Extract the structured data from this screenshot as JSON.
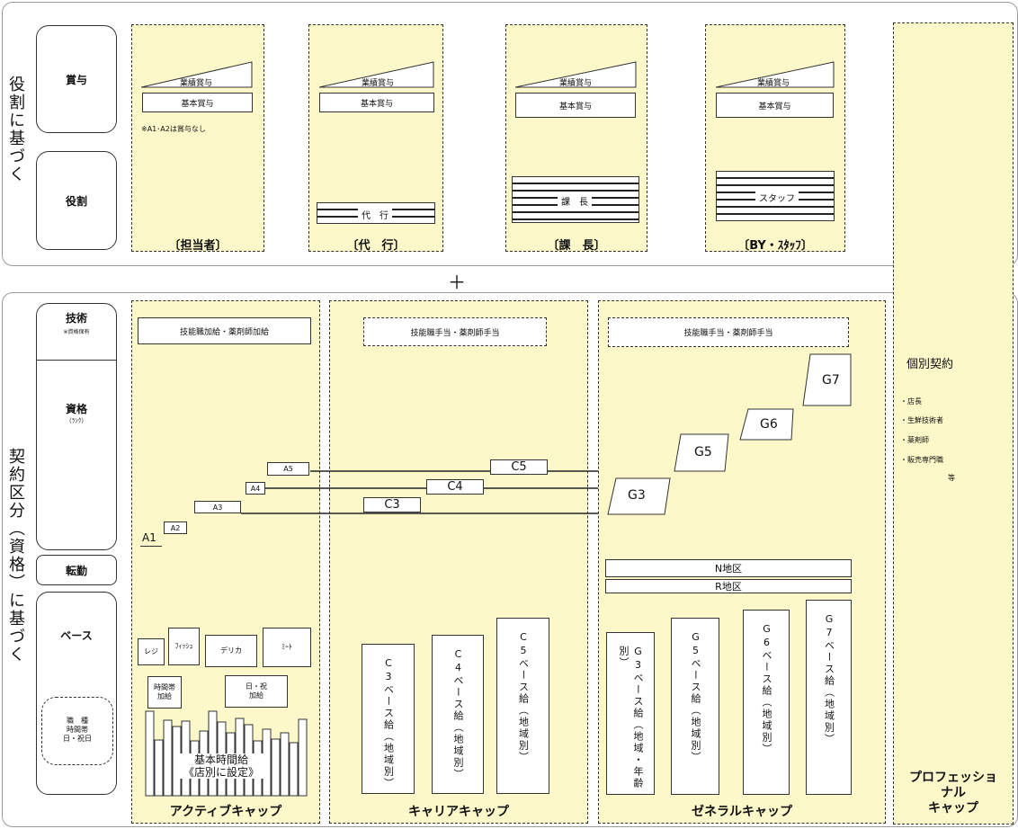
{
  "top_section": {
    "side_label": "役割に基づく",
    "row_bonus": "賞与",
    "row_role": "役割",
    "bonus_performance": "業績賞与",
    "bonus_base": "基本賞与",
    "note_a1a2": "※A1･A2は賞与なし",
    "role_columns": [
      {
        "label": "〔担当者〕"
      },
      {
        "label": "〔代　行〕",
        "role_tag": "代　行"
      },
      {
        "label": "〔課　長〕",
        "role_tag": "課　長"
      },
      {
        "label": "〔BY・ｽﾀｯﾌ〕",
        "role_tag": "スタッフ"
      }
    ]
  },
  "plus_sign": "＋",
  "bottom_section": {
    "side_label": "契約区分（資格）に基づく",
    "rows": {
      "skill": "技術",
      "skill_sub": "※資格保有",
      "qualification": "資格",
      "qualification_sub": "（ﾗﾝｸ）",
      "transfer": "転勤",
      "base": "ベース",
      "base_sub": "職　種\n時間帯\n日・祝日"
    },
    "active": {
      "footer": "アクティブキャップ",
      "allowance": "技能職加給・薬剤師加給",
      "a1": "A1",
      "grades": [
        "A2",
        "A3",
        "A4",
        "A5"
      ],
      "jobs": [
        "レジ",
        "ﾌｨｯｼｭ",
        "デリカ",
        "ﾐｰﾄ"
      ],
      "time_allowance": "時間帯\n加給",
      "holiday_allowance": "日・祝\n加給",
      "hourly": "基本時間給\n《店別に設定》"
    },
    "career": {
      "footer": "キャリアキャップ",
      "allowance": "技能職手当・薬剤師手当",
      "grades": [
        "C3",
        "C4",
        "C5"
      ],
      "bases": [
        "C3ベース給（地域別）",
        "C4ベース給（地域別）",
        "C5ベース給（地域別）"
      ]
    },
    "general": {
      "footer": "ゼネラルキャップ",
      "allowance": "技能職手当・薬剤師手当",
      "grades": [
        "G3",
        "G5",
        "G6",
        "G7"
      ],
      "n_area": "N地区",
      "r_area": "R地区",
      "bases": [
        "G3ベース給（地域・年齢別）",
        "G5ベース給（地域別）",
        "G6ベース給（地域別）",
        "G7ベース給（地域別）"
      ]
    }
  },
  "professional": {
    "title": "個別契約",
    "items": [
      "・店長",
      "・生鮮技術者",
      "・薬剤師",
      "・販売専門職"
    ],
    "etc": "等",
    "footer": "プロフェッショ\nナル\nキャップ"
  }
}
